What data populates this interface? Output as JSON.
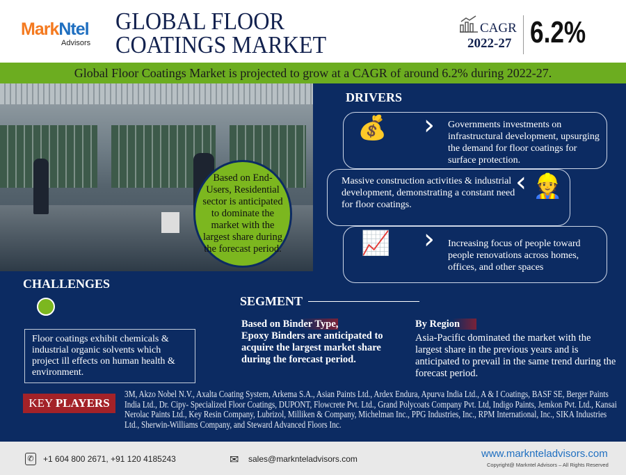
{
  "header": {
    "logo_brand": "MarkNtel",
    "logo_brand_part1": "Mark",
    "logo_brand_part2": "Ntel",
    "logo_sub": "Advisors",
    "title_line1": "GLOBAL FLOOR",
    "title_line2": "COATINGS MARKET",
    "cagr_label": "CAGR",
    "cagr_years": "2022-27",
    "cagr_value": "6.2%"
  },
  "banner": "Global Floor Coatings Market is projected to grow at a CAGR of around 6.2% during 2022-27.",
  "highlight": "Based on End-Users, Residential sector is anticipated to dominate the market with the largest share during the forecast period.",
  "drivers": {
    "title": "DRIVERS",
    "items": [
      {
        "text": "Governments investments on infrastructural development, upsurging the demand for floor coatings for surface protection.",
        "icon": "money-chart-icon"
      },
      {
        "text": "Massive construction activities & industrial development, demonstrating a constant need for floor coatings.",
        "icon": "construction-worker-icon"
      },
      {
        "text": "Increasing focus of people toward people renovations across homes, offices, and other spaces",
        "icon": "growth-hand-icon"
      }
    ]
  },
  "challenges": {
    "title": "CHALLENGES",
    "text": "Floor coatings exhibit chemicals & industrial organic solvents which project ill effects on human health & environment."
  },
  "segment": {
    "title": "SEGMENT",
    "binder_heading": "Based on Binder Type,",
    "binder_text": "Epoxy Binders are anticipated to acquire the largest market share during the forecast period.",
    "region_heading": "By Region",
    "region_text": "Asia-Pacific dominated the market with the largest share in the previous years and is anticipated to prevail in the same trend during the forecast period."
  },
  "key_players": {
    "label_part1": "KEY",
    "label_part2": "PLAYERS",
    "text": "3M, Akzo Nobel N.V., Axalta Coating System, Arkema S.A., Asian Paints Ltd., Ardex Endura, Apurva India Ltd., A & I Coatings, BASF SE, Berger Paints India Ltd., Dr. Cipy- Specialized Floor Coatings, DUPONT, Flowcrete Pvt. Ltd., Grand Polycoats Company Pvt. Ltd, Indigo Paints, Jemkon Pvt. Ltd., Kansai Nerolac Paints Ltd., Key Resin Company, Lubrizol, Milliken & Company, Michelman Inc., PPG Industries, Inc., RPM International, Inc., SIKA Industries Ltd., Sherwin-Williams Company, and Steward Advanced Floors Inc."
  },
  "footer": {
    "phone": "+1 604 800 2671, +91 120 4185243",
    "email": "sales@marknteladvisors.com",
    "website": "www.marknteladvisors.com",
    "copyright": "Copyright@ Markntel Advisors – All Rights Reserved"
  },
  "colors": {
    "navy": "#0c2b62",
    "green": "#6cad20",
    "red": "#a32228",
    "orange": "#f47a20",
    "blue": "#1f6fc0"
  }
}
